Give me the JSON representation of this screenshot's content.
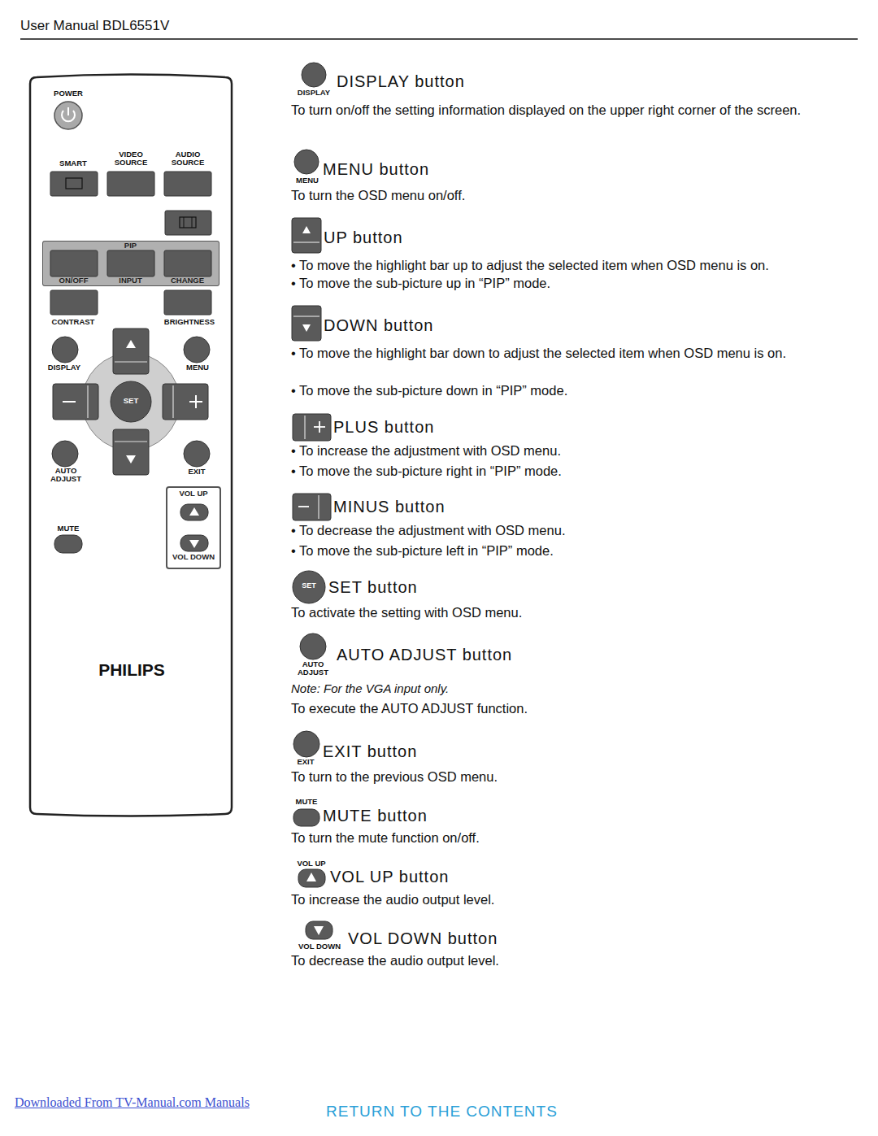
{
  "diagram": {
    "title": "User Manual BDL6551V",
    "nodes": [
      {
        "text": [
          "PIP",
          "ON/OFF",
          "INPUT",
          "CHANGE"
        ]
      },
      {
        "text": [
          "SET"
        ]
      },
      {
        "text": [
          "VOL UP",
          "VOL DOWN"
        ]
      },
      {
        "text": [
          "SET"
        ]
      }
    ],
    "labels": [
      "POWER",
      "SMART",
      "VIDEO SOURCE",
      "AUDIO SOURCE",
      "CONTRAST",
      "BRIGHTNESS",
      "DISPLAY",
      "MENU",
      "AUTO ADJUST",
      "EXIT",
      "MUTE",
      "PHILIPS",
      "DISPLAY",
      "DISPLAY button",
      "To turn on/off the setting information displayed on the upper right corner of the screen.",
      "MENU",
      "MENU button",
      "To turn the OSD menu on/off.",
      "UP button",
      "• To move the highlight bar up to adjust the selected item when OSD menu is on.",
      "• To move the sub-picture up in “PIP” mode.",
      "DOWN button",
      "• To move the highlight bar down to adjust the selected item when OSD menu is on.",
      "• To move the sub-picture down in “PIP” mode.",
      "PLUS button",
      "• To increase the adjustment with OSD menu.",
      "• To move the sub-picture right in “PIP” mode.",
      "MINUS button",
      "• To decrease the adjustment with OSD menu.",
      "• To move the sub-picture left in “PIP” mode.",
      "SET button",
      "To activate the setting with OSD menu.",
      "AUTO ADJUST",
      "AUTO ADJUST button",
      "Note: For the VGA input only.",
      "To execute the AUTO ADJUST function.",
      "EXIT",
      "EXIT button",
      "To turn to the previous OSD menu.",
      "MUTE",
      "MUTE button",
      "To turn the mute function on/off.",
      "VOL UP",
      "VOL UP button",
      "To increase the audio output level.",
      "VOL DOWN",
      "VOL DOWN button",
      "To decrease the audio output level.",
      "Downloaded From TV-Manual.com Manuals",
      "RETURN TO THE CONTENTS"
    ]
  }
}
